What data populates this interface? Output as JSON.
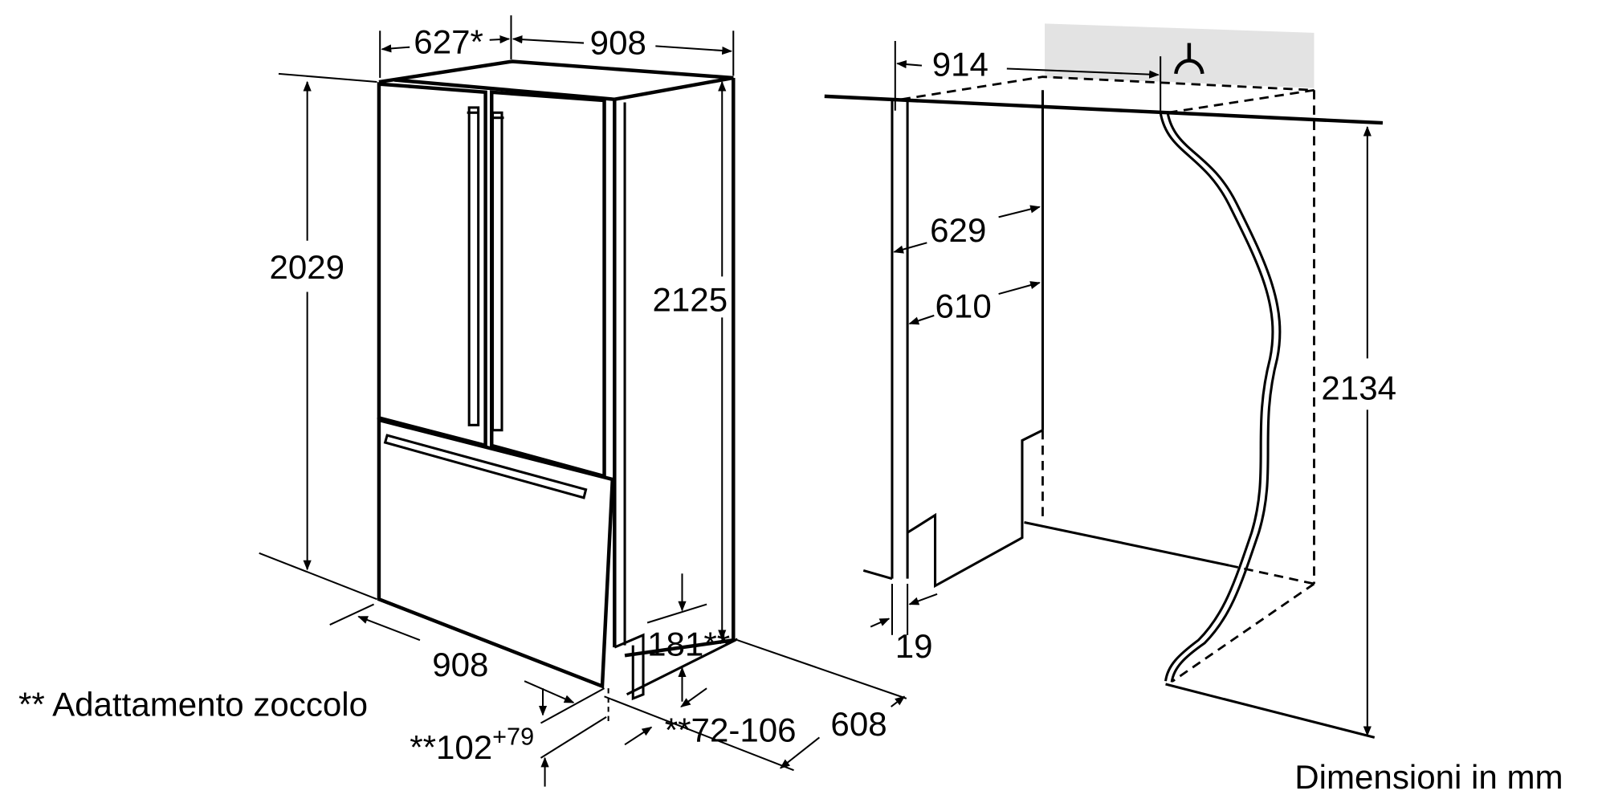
{
  "fridge": {
    "width_top_left": "627*",
    "width_top_right": "908",
    "height_front": "2029",
    "height_side": "2125",
    "width_bottom": "908",
    "depth": "608",
    "plinth_height": "181**",
    "plinth_depth": "**72-106",
    "plinth_base": "**102",
    "plinth_base_sup": "+79"
  },
  "niche": {
    "width": "914",
    "depth_upper": "629",
    "depth_lower": "610",
    "panel_thickness": "19",
    "height": "2134",
    "water_connection_icon": "water-tap-icon"
  },
  "footnote": "** Adattamento zoccolo",
  "units_label": "Dimensioni in mm",
  "colors": {
    "line": "#000000",
    "shaded_area": "#e3e3e3"
  }
}
